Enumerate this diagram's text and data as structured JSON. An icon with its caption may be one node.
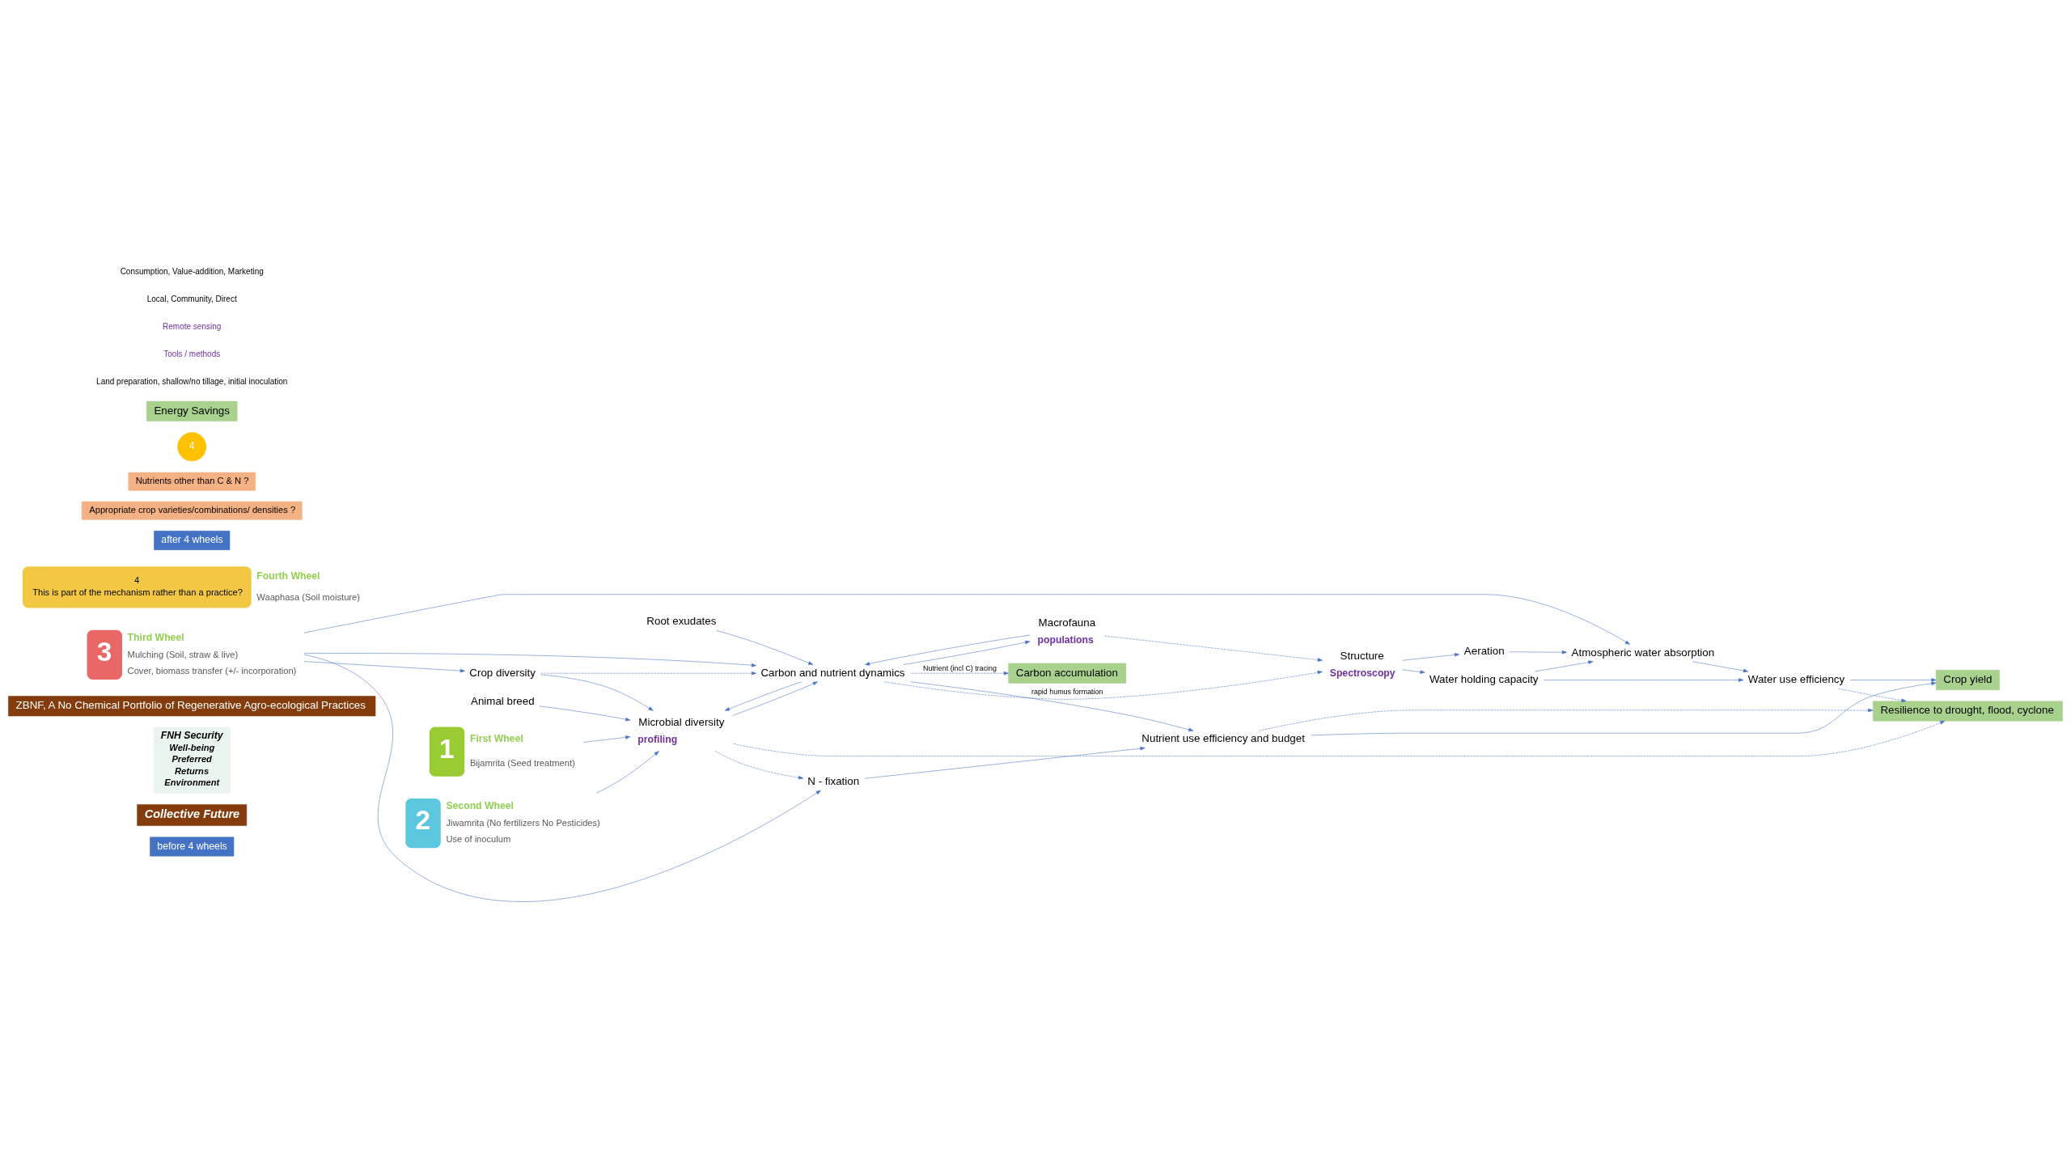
{
  "diagram": {
    "nodes": [
      {
        "text": [
          "before 4 wheels"
        ]
      },
      {
        "text": [
          "Collective Future"
        ]
      },
      {
        "text": [
          "FNH Security",
          "Well-being",
          "Preferred",
          "Returns",
          "Environment"
        ]
      },
      {
        "text": [
          "ZBNF, A No Chemical Portfolio of Regenerative Agro-ecological Practices"
        ]
      },
      {
        "text": [
          "1"
        ],
        "beside": [
          "First Wheel",
          "Bijamrita (Seed treatment)"
        ]
      },
      {
        "text": [
          "2"
        ],
        "beside": [
          "Second Wheel",
          "Jiwamrita (No fertilizers No Pesticides)",
          "Use of inoculum"
        ]
      },
      {
        "text": [
          "3"
        ],
        "beside": [
          "Third Wheel",
          "Mulching (Soil, straw & live)",
          "Cover, biomass transfer (+/- incorporation)"
        ]
      },
      {
        "text": [
          "4",
          "This is part of the mechanism rather than a practice?"
        ],
        "beside": [
          "Fourth Wheel",
          "Waaphasa (Soil moisture)"
        ]
      },
      {
        "text": [
          "after 4 wheels"
        ]
      },
      {
        "text": [
          "Appropriate crop varieties/combinations/ densities ?"
        ]
      },
      {
        "text": [
          "Nutrients other than C & N ?"
        ]
      },
      {
        "text": [
          "Animal breed"
        ]
      },
      {
        "text": [
          "Microbial diversity"
        ],
        "beside": [
          "profiling"
        ]
      },
      {
        "text": [
          "Root exudates"
        ]
      },
      {
        "text": [
          "Carbon and nutrient dynamics"
        ]
      },
      {
        "text": [
          "Crop yield"
        ]
      },
      {
        "text": [
          "Macrofauna"
        ],
        "beside": [
          "populations"
        ]
      },
      {
        "text": [
          "Crop diversity"
        ]
      },
      {
        "text": [
          "Nutrient use efficiency and budget"
        ]
      },
      {
        "text": [
          "N - fixation"
        ]
      },
      {
        "text": [
          "Carbon accumulation"
        ]
      },
      {
        "text": [
          "Water holding capacity"
        ]
      },
      {
        "text": [
          "Structure"
        ],
        "beside": [
          "Spectroscopy"
        ]
      },
      {
        "text": [
          "Aeration"
        ]
      },
      {
        "text": [
          "4"
        ]
      },
      {
        "text": [
          "Water use efficiency"
        ]
      },
      {
        "text": [
          "Atmospheric water absorption"
        ]
      },
      {
        "text": [
          "Resilience to drought, flood, cyclone"
        ]
      },
      {
        "text": [
          "Energy Savings"
        ]
      }
    ],
    "edges": [
      {
        "from": 4,
        "to": 12,
        "arrow": "to"
      },
      {
        "from": 5,
        "to": 12,
        "arrow": "to"
      },
      {
        "from": 11,
        "to": 12,
        "arrow": "to"
      },
      {
        "from": 17,
        "to": 12,
        "arrow": "to"
      },
      {
        "from": 14,
        "to": 12,
        "arrow": "to"
      },
      {
        "from": 14,
        "to": 16,
        "arrow": "to"
      },
      {
        "from": 13,
        "to": 14,
        "arrow": "to"
      },
      {
        "from": 12,
        "to": 14,
        "arrow": "to"
      },
      {
        "from": 17,
        "to": 14,
        "arrow": "to",
        "style": "dashed"
      },
      {
        "from": 16,
        "to": 14,
        "arrow": "to"
      },
      {
        "from": 12,
        "to": 19,
        "arrow": "to",
        "style": "dashed"
      },
      {
        "from": 12,
        "to": 27,
        "arrow": "to",
        "style": "dashed"
      },
      {
        "from": 6,
        "to": 17,
        "arrow": "to"
      },
      {
        "from": 6,
        "to": 14,
        "arrow": "to"
      },
      {
        "from": 6,
        "to": 19,
        "arrow": "to"
      },
      {
        "from": 6,
        "to": 26,
        "arrow": "to"
      },
      {
        "from": 14,
        "to": 22,
        "arrow": "to",
        "style": "dashed",
        "label": "rapid humus formation"
      },
      {
        "from": 16,
        "to": 22,
        "arrow": "to",
        "style": "dashed"
      },
      {
        "from": 14,
        "to": 20,
        "arrow": "to",
        "style": "dashed",
        "label": "Nutrient (incl C) tracing"
      },
      {
        "from": 14,
        "to": 18,
        "arrow": "to"
      },
      {
        "from": 19,
        "to": 18,
        "arrow": "to"
      },
      {
        "from": 18,
        "to": 15,
        "arrow": "to"
      },
      {
        "from": 18,
        "to": 27,
        "arrow": "to",
        "style": "dashed"
      },
      {
        "from": 22,
        "to": 21,
        "arrow": "to"
      },
      {
        "from": 22,
        "to": 23,
        "arrow": "to"
      },
      {
        "from": 21,
        "to": 25,
        "arrow": "to"
      },
      {
        "from": 21,
        "to": 26,
        "arrow": "to"
      },
      {
        "from": 23,
        "to": 26,
        "arrow": "to"
      },
      {
        "from": 26,
        "to": 25,
        "arrow": "to"
      },
      {
        "from": 25,
        "to": 15,
        "arrow": "to"
      },
      {
        "from": 25,
        "to": 27,
        "arrow": "to",
        "style": "dashed"
      }
    ],
    "labels": [
      "Land preparation, shallow/no tillage, initial inoculation",
      "Tools / methods",
      "Remote sensing",
      "Local, Community, Direct",
      "Consumption, Value-addition, Marketing"
    ]
  }
}
